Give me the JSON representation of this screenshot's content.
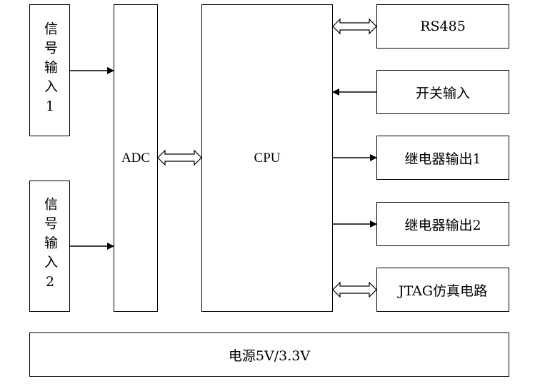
{
  "blocks": {
    "signal_input_1": "信号输入1",
    "signal_input_2": "信号输入2",
    "adc": "ADC",
    "cpu": "CPU",
    "rs485": "RS485",
    "switch_input": "开关输入",
    "relay_output_1": "继电器输出1",
    "relay_output_2": "继电器输出2",
    "jtag": "JTAG仿真电路",
    "power": "电源5V/3.3V"
  }
}
